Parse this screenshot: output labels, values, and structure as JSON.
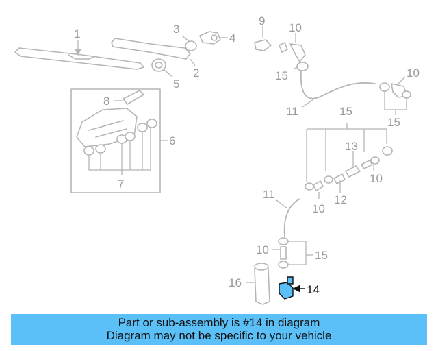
{
  "callouts": {
    "c1": "1",
    "c2": "2",
    "c3": "3",
    "c4": "4",
    "c5": "5",
    "c6": "6",
    "c7": "7",
    "c8": "8",
    "c9": "9",
    "c10a": "10",
    "c10b": "10",
    "c10c": "10",
    "c10d": "10",
    "c10e": "10",
    "c11a": "11",
    "c11b": "11",
    "c12": "12",
    "c13": "13",
    "c14": "14",
    "c15a": "15",
    "c15b": "15",
    "c15c": "15",
    "c15d": "15",
    "c16": "16"
  },
  "highlight": {
    "part_number": "14",
    "color": "#5bc0f7"
  },
  "banner": {
    "line1": "Part or sub-assembly is #14 in diagram",
    "line2": "Diagram may not be specific to your vehicle",
    "color": "#5bc0f7"
  }
}
